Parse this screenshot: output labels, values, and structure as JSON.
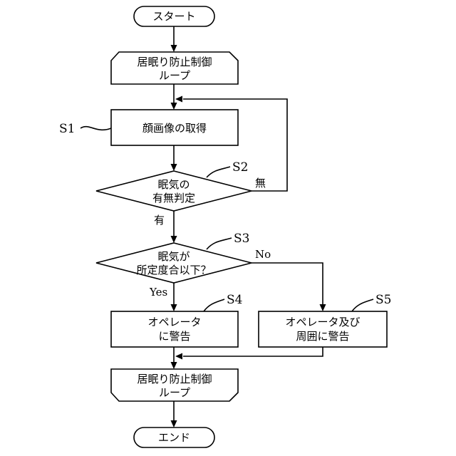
{
  "flowchart": {
    "start": "スタート",
    "loop_start": [
      "居眠り防止制御",
      "ループ"
    ],
    "s1": "顔画像の取得",
    "s2": [
      "眠気の",
      "有無判定"
    ],
    "s2_no": "無",
    "s2_yes": "有",
    "s3": [
      "眠気が",
      "所定度合以下？"
    ],
    "s3_no": "No",
    "s3_yes": "Yes",
    "s4": [
      "オペレータ",
      "に警告"
    ],
    "s5": [
      "オペレータ及び",
      "周囲に警告"
    ],
    "loop_end": [
      "居眠り防止制御",
      "ループ"
    ],
    "end": "エンド"
  },
  "step_labels": {
    "s1": "S1",
    "s2": "S2",
    "s3": "S3",
    "s4": "S4",
    "s5": "S5"
  }
}
